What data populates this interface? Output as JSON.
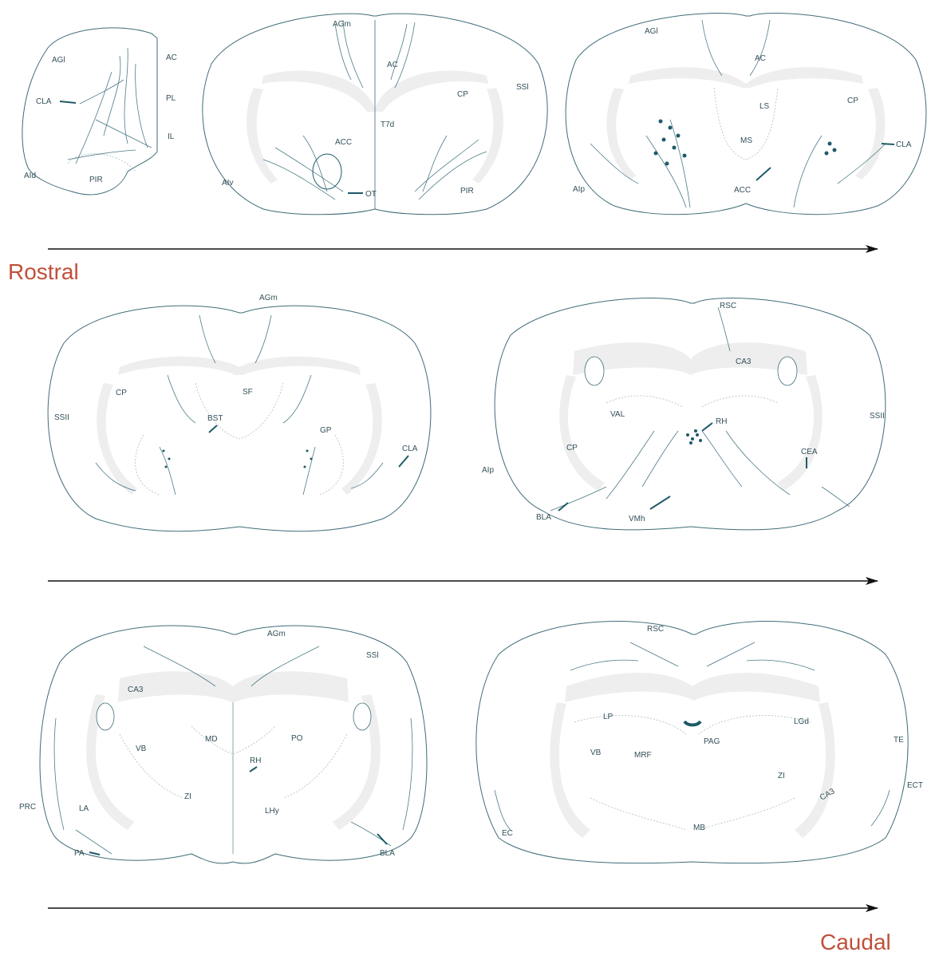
{
  "directions": {
    "start": "Rostral",
    "end": "Caudal"
  },
  "colors": {
    "axon": "#1e5a69",
    "outline": "#3f6d79",
    "white_matter": "#eeeeee",
    "direction_text": "#c0503a"
  },
  "sections": [
    {
      "id": "s1",
      "labels": [
        "AGl",
        "AC",
        "PL",
        "CLA",
        "IL",
        "AId",
        "PIR"
      ]
    },
    {
      "id": "s2",
      "labels": [
        "AGm",
        "AC",
        "SSl",
        "CP",
        "T7d",
        "ACC",
        "AIv",
        "OT",
        "PIR"
      ]
    },
    {
      "id": "s3",
      "labels": [
        "AGl",
        "AC",
        "CP",
        "LS",
        "MS",
        "CLA",
        "AIp",
        "ACC"
      ]
    },
    {
      "id": "s4",
      "labels": [
        "AGm",
        "SF",
        "CP",
        "SSII",
        "BST",
        "GP",
        "CLA"
      ]
    },
    {
      "id": "s5",
      "labels": [
        "RSC",
        "CA3",
        "VAL",
        "RH",
        "SSII",
        "CP",
        "CEA",
        "AIp",
        "BLA",
        "VMh"
      ]
    },
    {
      "id": "s6",
      "labels": [
        "AGm",
        "SSl",
        "CA3",
        "MD",
        "VB",
        "PO",
        "RH",
        "ZI",
        "PRC",
        "LA",
        "LHy",
        "PA",
        "BLA"
      ]
    },
    {
      "id": "s7",
      "labels": [
        "RSC",
        "LP",
        "LGd",
        "VB",
        "MRF",
        "PAG",
        "TE",
        "ZI",
        "ECT",
        "CA3",
        "EC",
        "MB"
      ]
    }
  ]
}
